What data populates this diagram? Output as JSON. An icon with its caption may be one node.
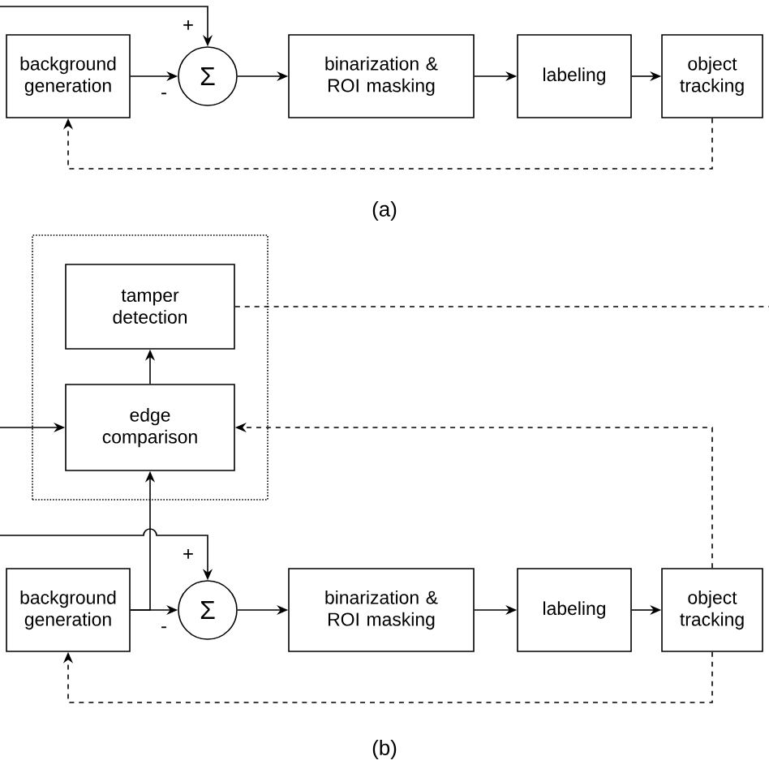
{
  "diagram": {
    "nodes": [
      {
        "text": [
          "background generation"
        ]
      },
      {
        "text": [
          "Σ"
        ]
      },
      {
        "text": [
          "binarization & ROI masking"
        ]
      },
      {
        "text": [
          "labeling"
        ]
      },
      {
        "text": [
          "object tracking"
        ]
      },
      {
        "text": [],
        "shape": "box"
      },
      {
        "text": [
          "tamper detection"
        ],
        "in": 5
      },
      {
        "text": [
          "edge comparison"
        ],
        "in": 5
      },
      {
        "text": [
          "background generation"
        ]
      },
      {
        "text": [
          "Σ"
        ]
      },
      {
        "text": [
          "binarization & ROI masking"
        ]
      },
      {
        "text": [
          "labeling"
        ]
      },
      {
        "text": [
          "object tracking"
        ]
      }
    ],
    "edges": [
      {
        "from": null,
        "to": 1,
        "arrow": "to",
        "label": "+"
      },
      {
        "from": 0,
        "to": 1,
        "arrow": "to",
        "label": "-"
      },
      {
        "from": 1,
        "to": 2,
        "arrow": "to"
      },
      {
        "from": 2,
        "to": 3,
        "arrow": "to"
      },
      {
        "from": 3,
        "to": 4,
        "arrow": "to"
      },
      {
        "from": 4,
        "to": 0,
        "arrow": "to",
        "style": "dashed"
      },
      {
        "from": null,
        "to": 7,
        "arrow": "to"
      },
      {
        "from": 7,
        "to": 6,
        "arrow": "to"
      },
      {
        "from": 6,
        "to": null,
        "arrow": "none",
        "style": "dashed"
      },
      {
        "from": 12,
        "to": 7,
        "arrow": "to",
        "style": "dashed"
      },
      {
        "from": 8,
        "to": 7,
        "arrow": "to"
      },
      {
        "from": null,
        "to": 9,
        "arrow": "to",
        "label": "+"
      },
      {
        "from": 8,
        "to": 9,
        "arrow": "to",
        "label": "-"
      },
      {
        "from": 9,
        "to": 10,
        "arrow": "to"
      },
      {
        "from": 10,
        "to": 11,
        "arrow": "to"
      },
      {
        "from": 11,
        "to": 12,
        "arrow": "to"
      },
      {
        "from": 12,
        "to": 8,
        "arrow": "to",
        "style": "dashed"
      }
    ],
    "labels": [
      "(a)",
      "(b)"
    ]
  }
}
